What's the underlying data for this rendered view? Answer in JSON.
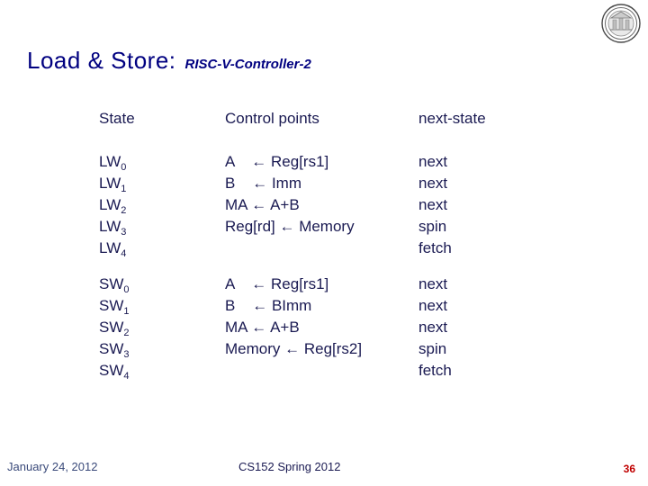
{
  "slide": {
    "title": "Load & Store:",
    "subtitle": "RISC-V-Controller-2",
    "logo_alt": "mit-seal-logo"
  },
  "table": {
    "headers": {
      "state": "State",
      "control": "Control points",
      "next": "next-state"
    },
    "groups": [
      {
        "name": "load-group",
        "rows": [
          {
            "state_base": "LW",
            "state_sub": "0",
            "control": "A    ← Reg[rs1]",
            "next": "next"
          },
          {
            "state_base": "LW",
            "state_sub": "1",
            "control": "B    ← Imm",
            "next": "next"
          },
          {
            "state_base": "LW",
            "state_sub": "2",
            "control": "MA ← A+B",
            "next": "next"
          },
          {
            "state_base": "LW",
            "state_sub": "3",
            "control": "Reg[rd] ← Memory",
            "next": "spin"
          },
          {
            "state_base": "LW",
            "state_sub": "4",
            "control": "",
            "next": "fetch"
          }
        ]
      },
      {
        "name": "store-group",
        "rows": [
          {
            "state_base": "SW",
            "state_sub": "0",
            "control": "A    ← Reg[rs1]",
            "next": "next"
          },
          {
            "state_base": "SW",
            "state_sub": "1",
            "control": "B    ← BImm",
            "next": "next"
          },
          {
            "state_base": "SW",
            "state_sub": "2",
            "control": "MA ← A+B",
            "next": "next"
          },
          {
            "state_base": "SW",
            "state_sub": "3",
            "control": "Memory ← Reg[rs2]",
            "next": "spin"
          },
          {
            "state_base": "SW",
            "state_sub": "4",
            "control": "",
            "next": "fetch"
          }
        ]
      }
    ]
  },
  "footer": {
    "date": "January 24, 2012",
    "course": "CS152 Spring 2012",
    "page_number": "36"
  }
}
